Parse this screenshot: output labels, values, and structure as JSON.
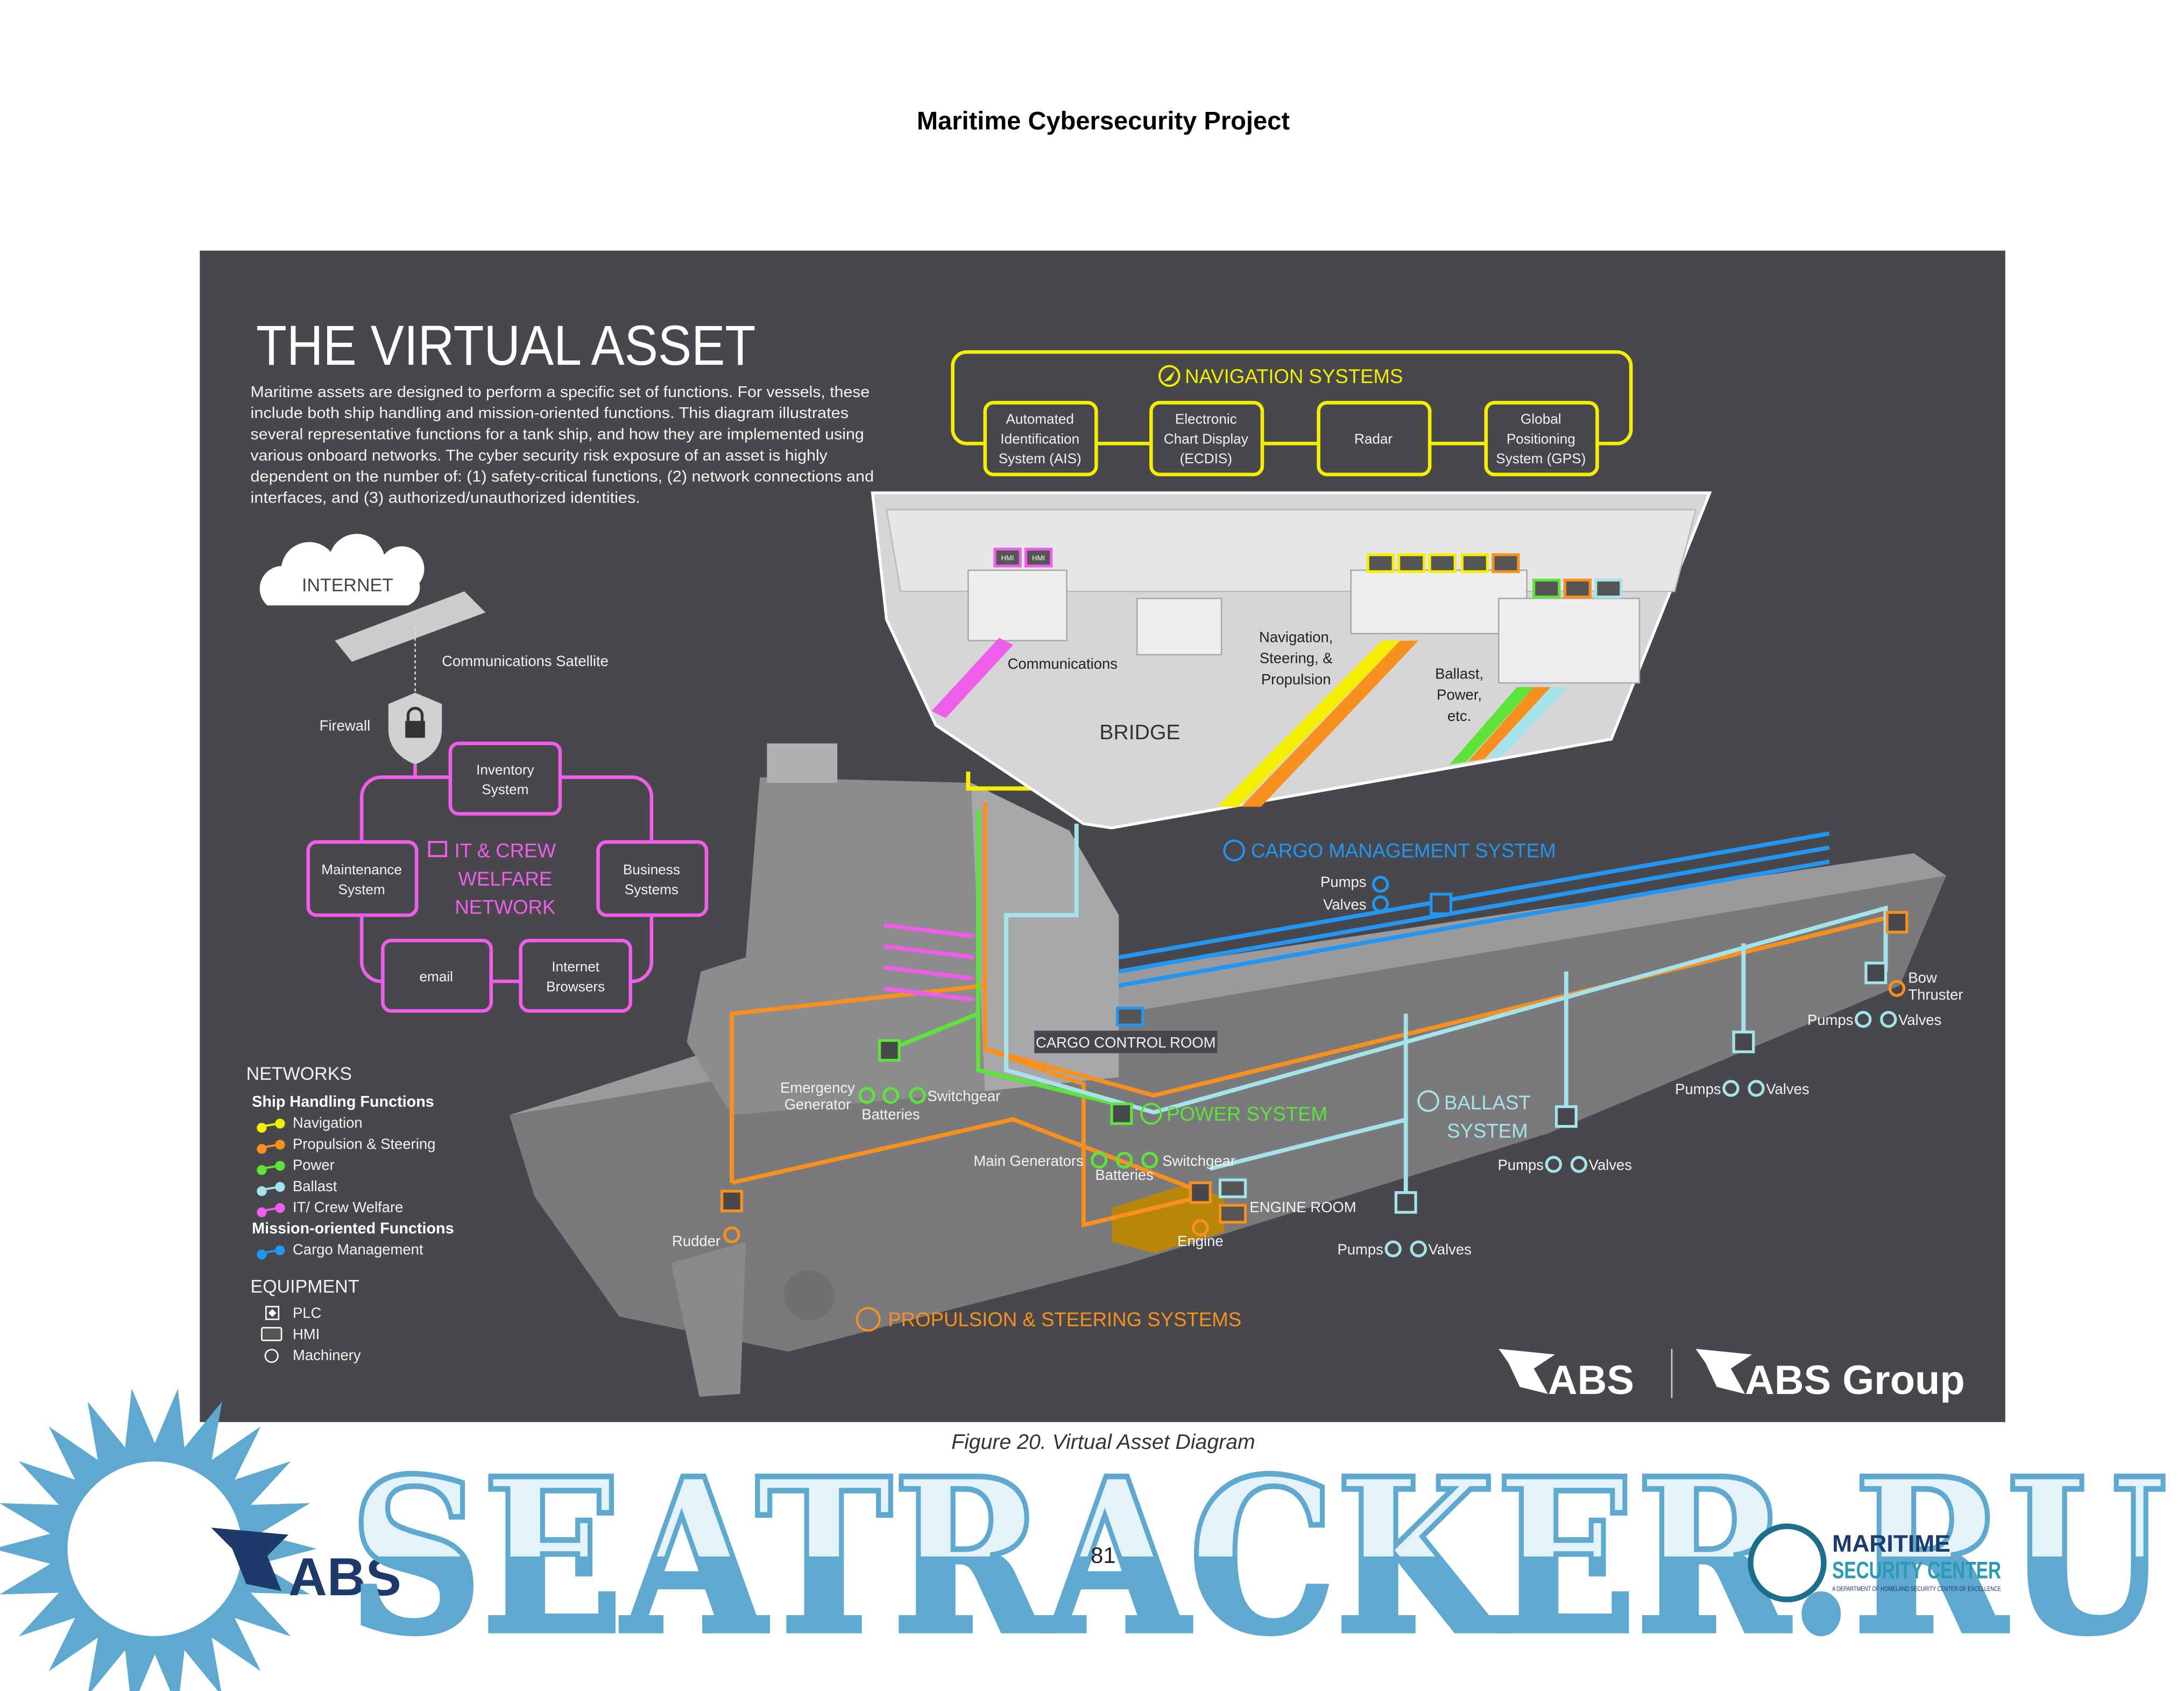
{
  "header": {
    "title": "Maritime Cybersecurity Project"
  },
  "colors": {
    "panel": "#48484c",
    "navigation": "#f4ee00",
    "propulsion": "#f7901e",
    "power": "#5ee33a",
    "ballast": "#a5e3ea",
    "it": "#ee5ee8",
    "cargo": "#2196f3"
  },
  "figure": {
    "title": "THE VIRTUAL ASSET",
    "paragraph": [
      "Maritime assets are designed to perform a specific set of functions.  For vessels, these",
      "include both ship handling and mission-oriented functions.  This diagram illustrates",
      "several representative functions for a tank ship, and how they are implemented using",
      "various onboard networks.  The cyber security risk exposure of an asset is highly",
      "dependent on the number of: (1) safety-critical functions, (2) network connections and",
      "interfaces, and (3) authorized/unauthorized identities."
    ],
    "navigation": {
      "title": "NAVIGATION SYSTEMS",
      "systems": [
        {
          "lines": [
            "Automated",
            "Identification",
            "System (AIS)"
          ]
        },
        {
          "lines": [
            "Electronic",
            "Chart Display",
            "(ECDIS)"
          ]
        },
        {
          "lines": [
            "Radar"
          ]
        },
        {
          "lines": [
            "Global",
            "Positioning",
            "System (GPS)"
          ]
        }
      ]
    },
    "bridge": {
      "title": "BRIDGE",
      "communications": "Communications",
      "nav_steer": [
        "Navigation,",
        "Steering, &",
        "Propulsion"
      ],
      "ballast_power": [
        "Ballast,",
        "Power,",
        "etc."
      ],
      "hmi": "HMI"
    },
    "internet": {
      "cloud": "INTERNET",
      "satellite": "Communications Satellite",
      "firewall": "Firewall"
    },
    "it_network": {
      "title": [
        "IT & CREW",
        "WELFARE",
        "NETWORK"
      ],
      "inventory": [
        "Inventory",
        "System"
      ],
      "maintenance": [
        "Maintenance",
        "System"
      ],
      "business": [
        "Business",
        "Systems"
      ],
      "email": "email",
      "browsers": [
        "Internet",
        "Browsers"
      ]
    },
    "ship": {
      "cargo_title": "CARGO MANAGEMENT SYSTEM",
      "cargo_pumps": "Pumps",
      "cargo_valves": "Valves",
      "cargo_control_room": "CARGO CONTROL ROOM",
      "emergency_generator": [
        "Emergency",
        "Generator"
      ],
      "batteries": "Batteries",
      "switchgear": "Switchgear",
      "power_title": "POWER SYSTEM",
      "main_generators": "Main Generators",
      "engine_room": "ENGINE ROOM",
      "engine": "Engine",
      "rudder": "Rudder",
      "ballast_title": [
        "BALLAST",
        "SYSTEM"
      ],
      "bow_thruster": [
        "Bow",
        "Thruster"
      ],
      "pumps": "Pumps",
      "valves": "Valves",
      "propulsion_title": "PROPULSION & STEERING SYSTEMS"
    },
    "legend": {
      "networks_title": "NETWORKS",
      "ship_handling_title": "Ship Handling Functions",
      "ship_handling": [
        "Navigation",
        "Propulsion & Steering",
        "Power",
        "Ballast",
        "IT/ Crew Welfare"
      ],
      "mission_title": "Mission-oriented Functions",
      "mission": [
        "Cargo Management"
      ],
      "equipment_title": "EQUIPMENT",
      "equipment": [
        "PLC",
        "HMI",
        "Machinery"
      ]
    },
    "logos": {
      "abs": "ABS",
      "abs_group": "ABS Group"
    }
  },
  "caption": "Figure 20. Virtual Asset Diagram",
  "page_number": "81",
  "watermark": {
    "text": "SEATRACKER.RU",
    "abs": "ABS",
    "msc": [
      "MARITIME",
      "SECURITY CENTER",
      "A DEPARTMENT OF HOMELAND SECURITY CENTER OF EXCELLENCE"
    ]
  }
}
